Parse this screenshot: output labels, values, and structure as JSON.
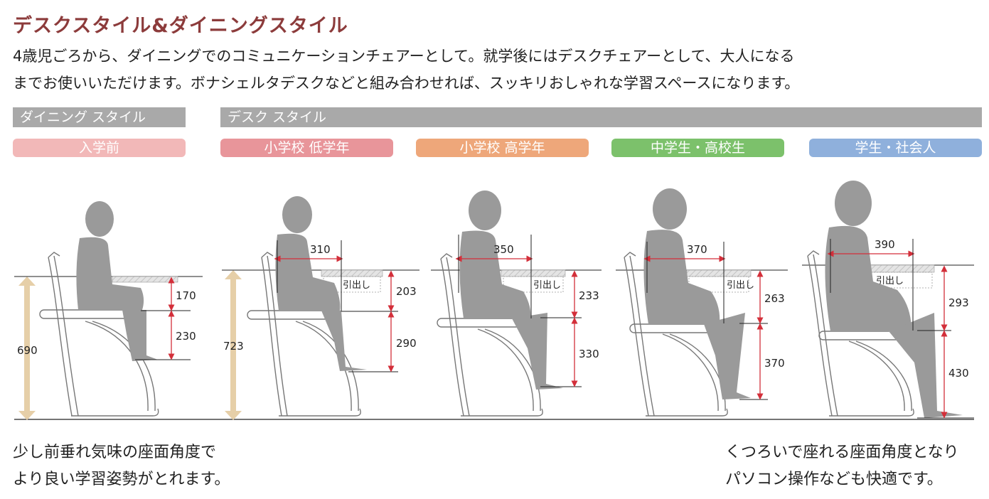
{
  "header": {
    "title": "デスクスタイル&ダイニングスタイル",
    "intro_line1": "4歳児ごろから、ダイニングでのコミュニケーションチェアーとして。就学後にはデスクチェアーとして、大人になる",
    "intro_line2": "までお使いいただけます。ボナシェルタデスクなどと組み合わせれば、スッキリおしゃれな学習スペースになります。"
  },
  "styles": {
    "dining": "ダイニング スタイル",
    "desk": "デスク スタイル"
  },
  "stages": [
    {
      "label": "入学前",
      "color": "#f2b8b8"
    },
    {
      "label": "小学校 低学年",
      "color": "#e8959a"
    },
    {
      "label": "小学校 高学年",
      "color": "#eea77a"
    },
    {
      "label": "中学生・高校生",
      "color": "#7cc16b"
    },
    {
      "label": "学生・社会人",
      "color": "#8fb0dc"
    }
  ],
  "figures": [
    {
      "total_height": "690",
      "table_gap": "170",
      "seat_height": "230"
    },
    {
      "total_height": "723",
      "depth": "310",
      "drawer": "引出し",
      "table_gap": "203",
      "seat_height": "290"
    },
    {
      "depth": "350",
      "drawer": "引出し",
      "table_gap": "233",
      "seat_height": "330"
    },
    {
      "depth": "370",
      "drawer": "引出し",
      "table_gap": "263",
      "seat_height": "370"
    },
    {
      "depth": "390",
      "drawer": "引出し",
      "table_gap": "293",
      "seat_height": "430"
    }
  ],
  "colors": {
    "silhouette": "#9a9a9a",
    "dimension_red": "#d32f3a",
    "total_bar": "#e6cfa8",
    "table_top": "#d9d9d9"
  },
  "captions": {
    "left_line1": "少し前垂れ気味の座面角度で",
    "left_line2": "より良い学習姿勢がとれます。",
    "right_line1": "くつろいで座れる座面角度となり",
    "right_line2": "パソコン操作なども快適です。"
  }
}
